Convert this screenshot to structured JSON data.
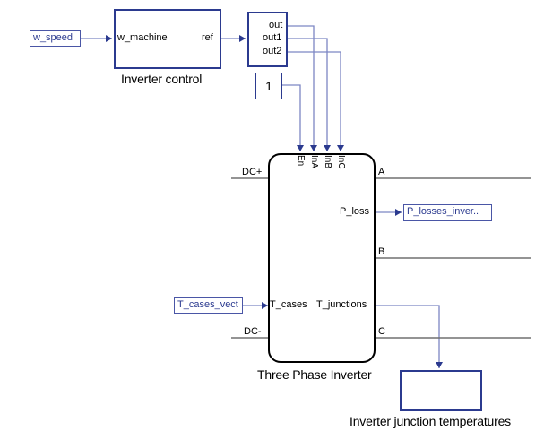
{
  "blocks": {
    "w_speed_tag": {
      "label": "w_speed"
    },
    "inverter_control": {
      "caption": "Inverter control",
      "input_port": "w_machine",
      "output_port": "ref"
    },
    "demux": {
      "outputs": [
        "out",
        "out1",
        "out2"
      ]
    },
    "constant": {
      "value": "1"
    },
    "three_phase_inverter": {
      "caption": "Three Phase Inverter",
      "top_ports": [
        "En",
        "InA",
        "InB",
        "InC"
      ],
      "left_ports": {
        "dc_plus": "DC+",
        "dc_minus": "DC-",
        "t_cases": "T_cases"
      },
      "right_ports": {
        "a": "A",
        "b": "B",
        "c": "C",
        "p_loss": "P_loss",
        "t_junctions": "T_junctions"
      }
    },
    "p_losses_tag": {
      "label": "P_losses_inver.."
    },
    "t_cases_tag": {
      "label": "T_cases_vect"
    },
    "scope": {
      "caption": "Inverter junction temperatures"
    }
  },
  "colors": {
    "signal_line": "#7c86c4",
    "block_border": "#2b3a8f",
    "power_line": "#707070",
    "symbol": "#000000"
  }
}
